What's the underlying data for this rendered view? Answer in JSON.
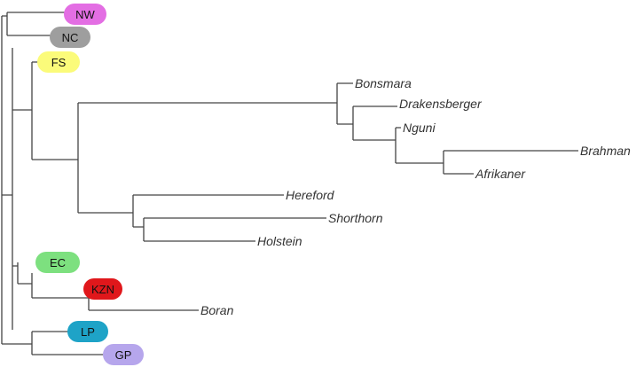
{
  "tree": {
    "leaves": {
      "bonsmara": "Bonsmara",
      "drakensberger": "Drakensberger",
      "nguni": "Nguni",
      "brahman": "Brahman",
      "afrikaner": "Afrikaner",
      "hereford": "Hereford",
      "shorthorn": "Shorthorn",
      "holstein": "Holstein",
      "boran": "Boran"
    },
    "provinces": [
      {
        "key": "nw",
        "label": "NW",
        "color": "#e36ee3"
      },
      {
        "key": "nc",
        "label": "NC",
        "color": "#9e9e9e"
      },
      {
        "key": "fs",
        "label": "FS",
        "color": "#fbfb7a"
      },
      {
        "key": "ec",
        "label": "EC",
        "color": "#7de07f"
      },
      {
        "key": "kzn",
        "label": "KZN",
        "color": "#e0171b"
      },
      {
        "key": "lp",
        "label": "LP",
        "color": "#1ea3c7"
      },
      {
        "key": "gp",
        "label": "GP",
        "color": "#b6a6ec"
      }
    ]
  }
}
